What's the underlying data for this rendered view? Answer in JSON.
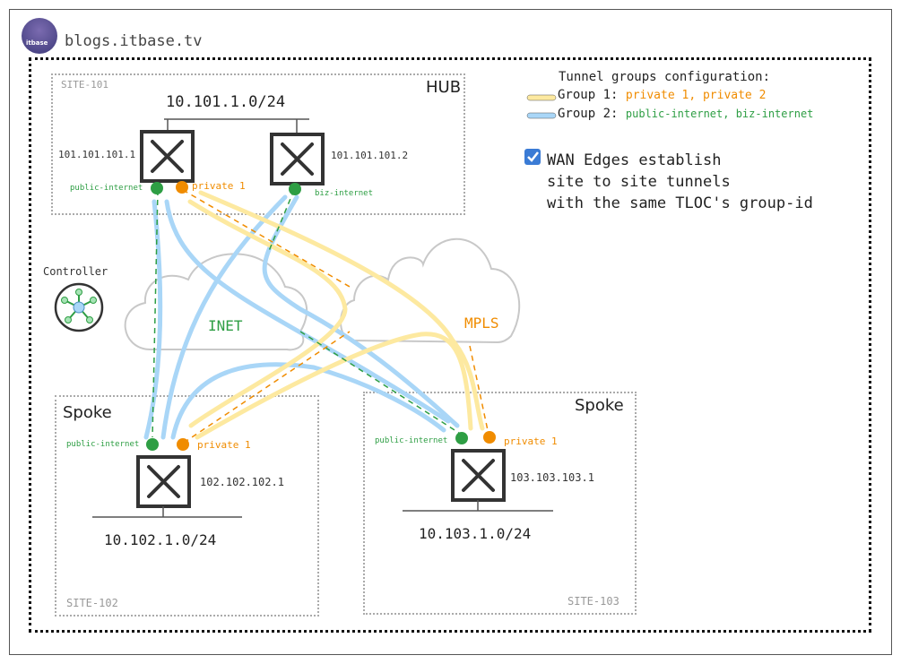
{
  "header": {
    "brand": "blogs.itbase.tv",
    "logo_text": "itbase"
  },
  "legend": {
    "title": "Tunnel groups configuration:",
    "group1": {
      "label": "Group 1:",
      "members": "private 1, private 2",
      "color": "#fde9a0"
    },
    "group2": {
      "label": "Group 2:",
      "members": "public-internet, biz-internet",
      "color": "#a9d6f7"
    }
  },
  "note": {
    "lines": [
      "WAN Edges establish",
      "site to site tunnels",
      "with the same TLOC's group-id"
    ]
  },
  "controller": {
    "label": "Controller"
  },
  "clouds": {
    "inet": "INET",
    "mpls": "MPLS"
  },
  "sites": {
    "hub": {
      "id": "SITE-101",
      "role": "HUB",
      "subnet": "10.101.1.0/24",
      "router1": {
        "ip": "101.101.101.1",
        "tloc_public": "public-internet",
        "tloc_private": "private 1"
      },
      "router2": {
        "ip": "101.101.101.2",
        "tloc_biz": "biz-internet"
      }
    },
    "spoke102": {
      "id": "SITE-102",
      "role": "Spoke",
      "subnet": "10.102.1.0/24",
      "ip": "102.102.102.1",
      "tloc_public": "public-internet",
      "tloc_private": "private 1"
    },
    "spoke103": {
      "id": "SITE-103",
      "role": "Spoke",
      "subnet": "10.103.1.0/24",
      "ip": "103.103.103.1",
      "tloc_public": "public-internet",
      "tloc_private": "private 1"
    }
  },
  "colors": {
    "green": "#2e9e44",
    "orange": "#f08c00",
    "blue_tunnel": "#a9d6f7",
    "yellow_tunnel": "#fde9a0",
    "dark": "#333"
  }
}
